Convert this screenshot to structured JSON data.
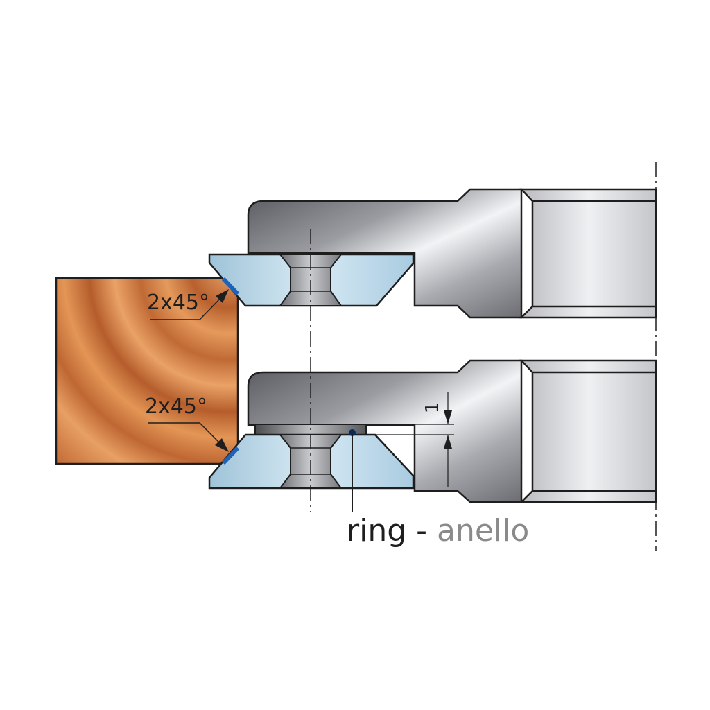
{
  "annotations": {
    "upper_chamfer": "2x45°",
    "lower_chamfer": "2x45°",
    "dimension_value": "1"
  },
  "ring_label": {
    "en": "ring",
    "separator": " - ",
    "it": "anello"
  },
  "colors": {
    "steel_dark": "#5a5c61",
    "steel_light": "#e6e8eb",
    "insert_blue": "#bcd8e8",
    "edge_blue": "#1e63b8",
    "wood": "#d9854a",
    "text_it": "#8a8a8a"
  }
}
